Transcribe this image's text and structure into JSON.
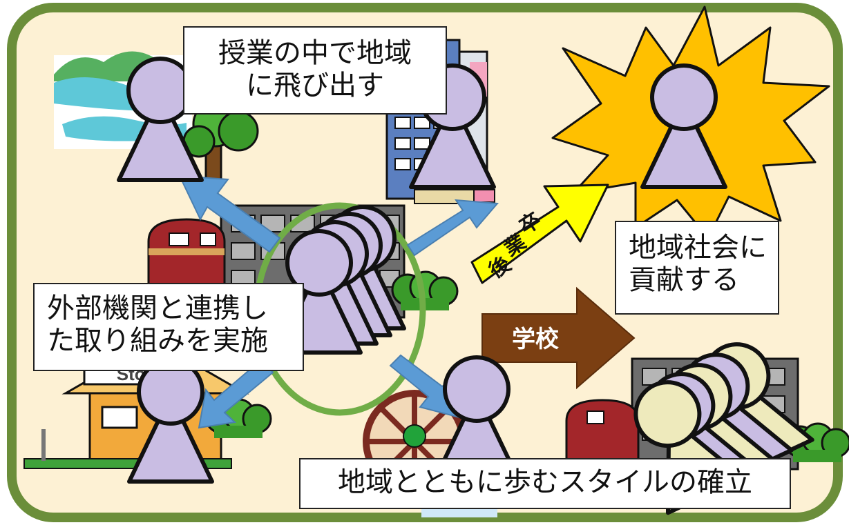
{
  "labels": {
    "in_class": [
      "授業の中で地域",
      "に飛び出す"
    ],
    "external": [
      "外部機関と連携し",
      "た取り組みを実施"
    ],
    "contribute": [
      "地域社会に",
      "貢献する"
    ],
    "style": "地域とともに歩むスタイルの確立",
    "after_graduation": [
      "卒",
      "業",
      "後"
    ],
    "school": "学校",
    "store_sign": "Store"
  },
  "colors": {
    "background": "#fdf1d4",
    "frame": "#6b8e3a",
    "person": "#c9bde3",
    "person_outline": "#111111",
    "arrow_blue": "#5b9bd5",
    "arrow_yellow": "#ffff00",
    "arrow_brown": "#7b3f12",
    "burst": "#ffc000",
    "circle": "#70ad47",
    "graduate": "#eeeabc"
  }
}
